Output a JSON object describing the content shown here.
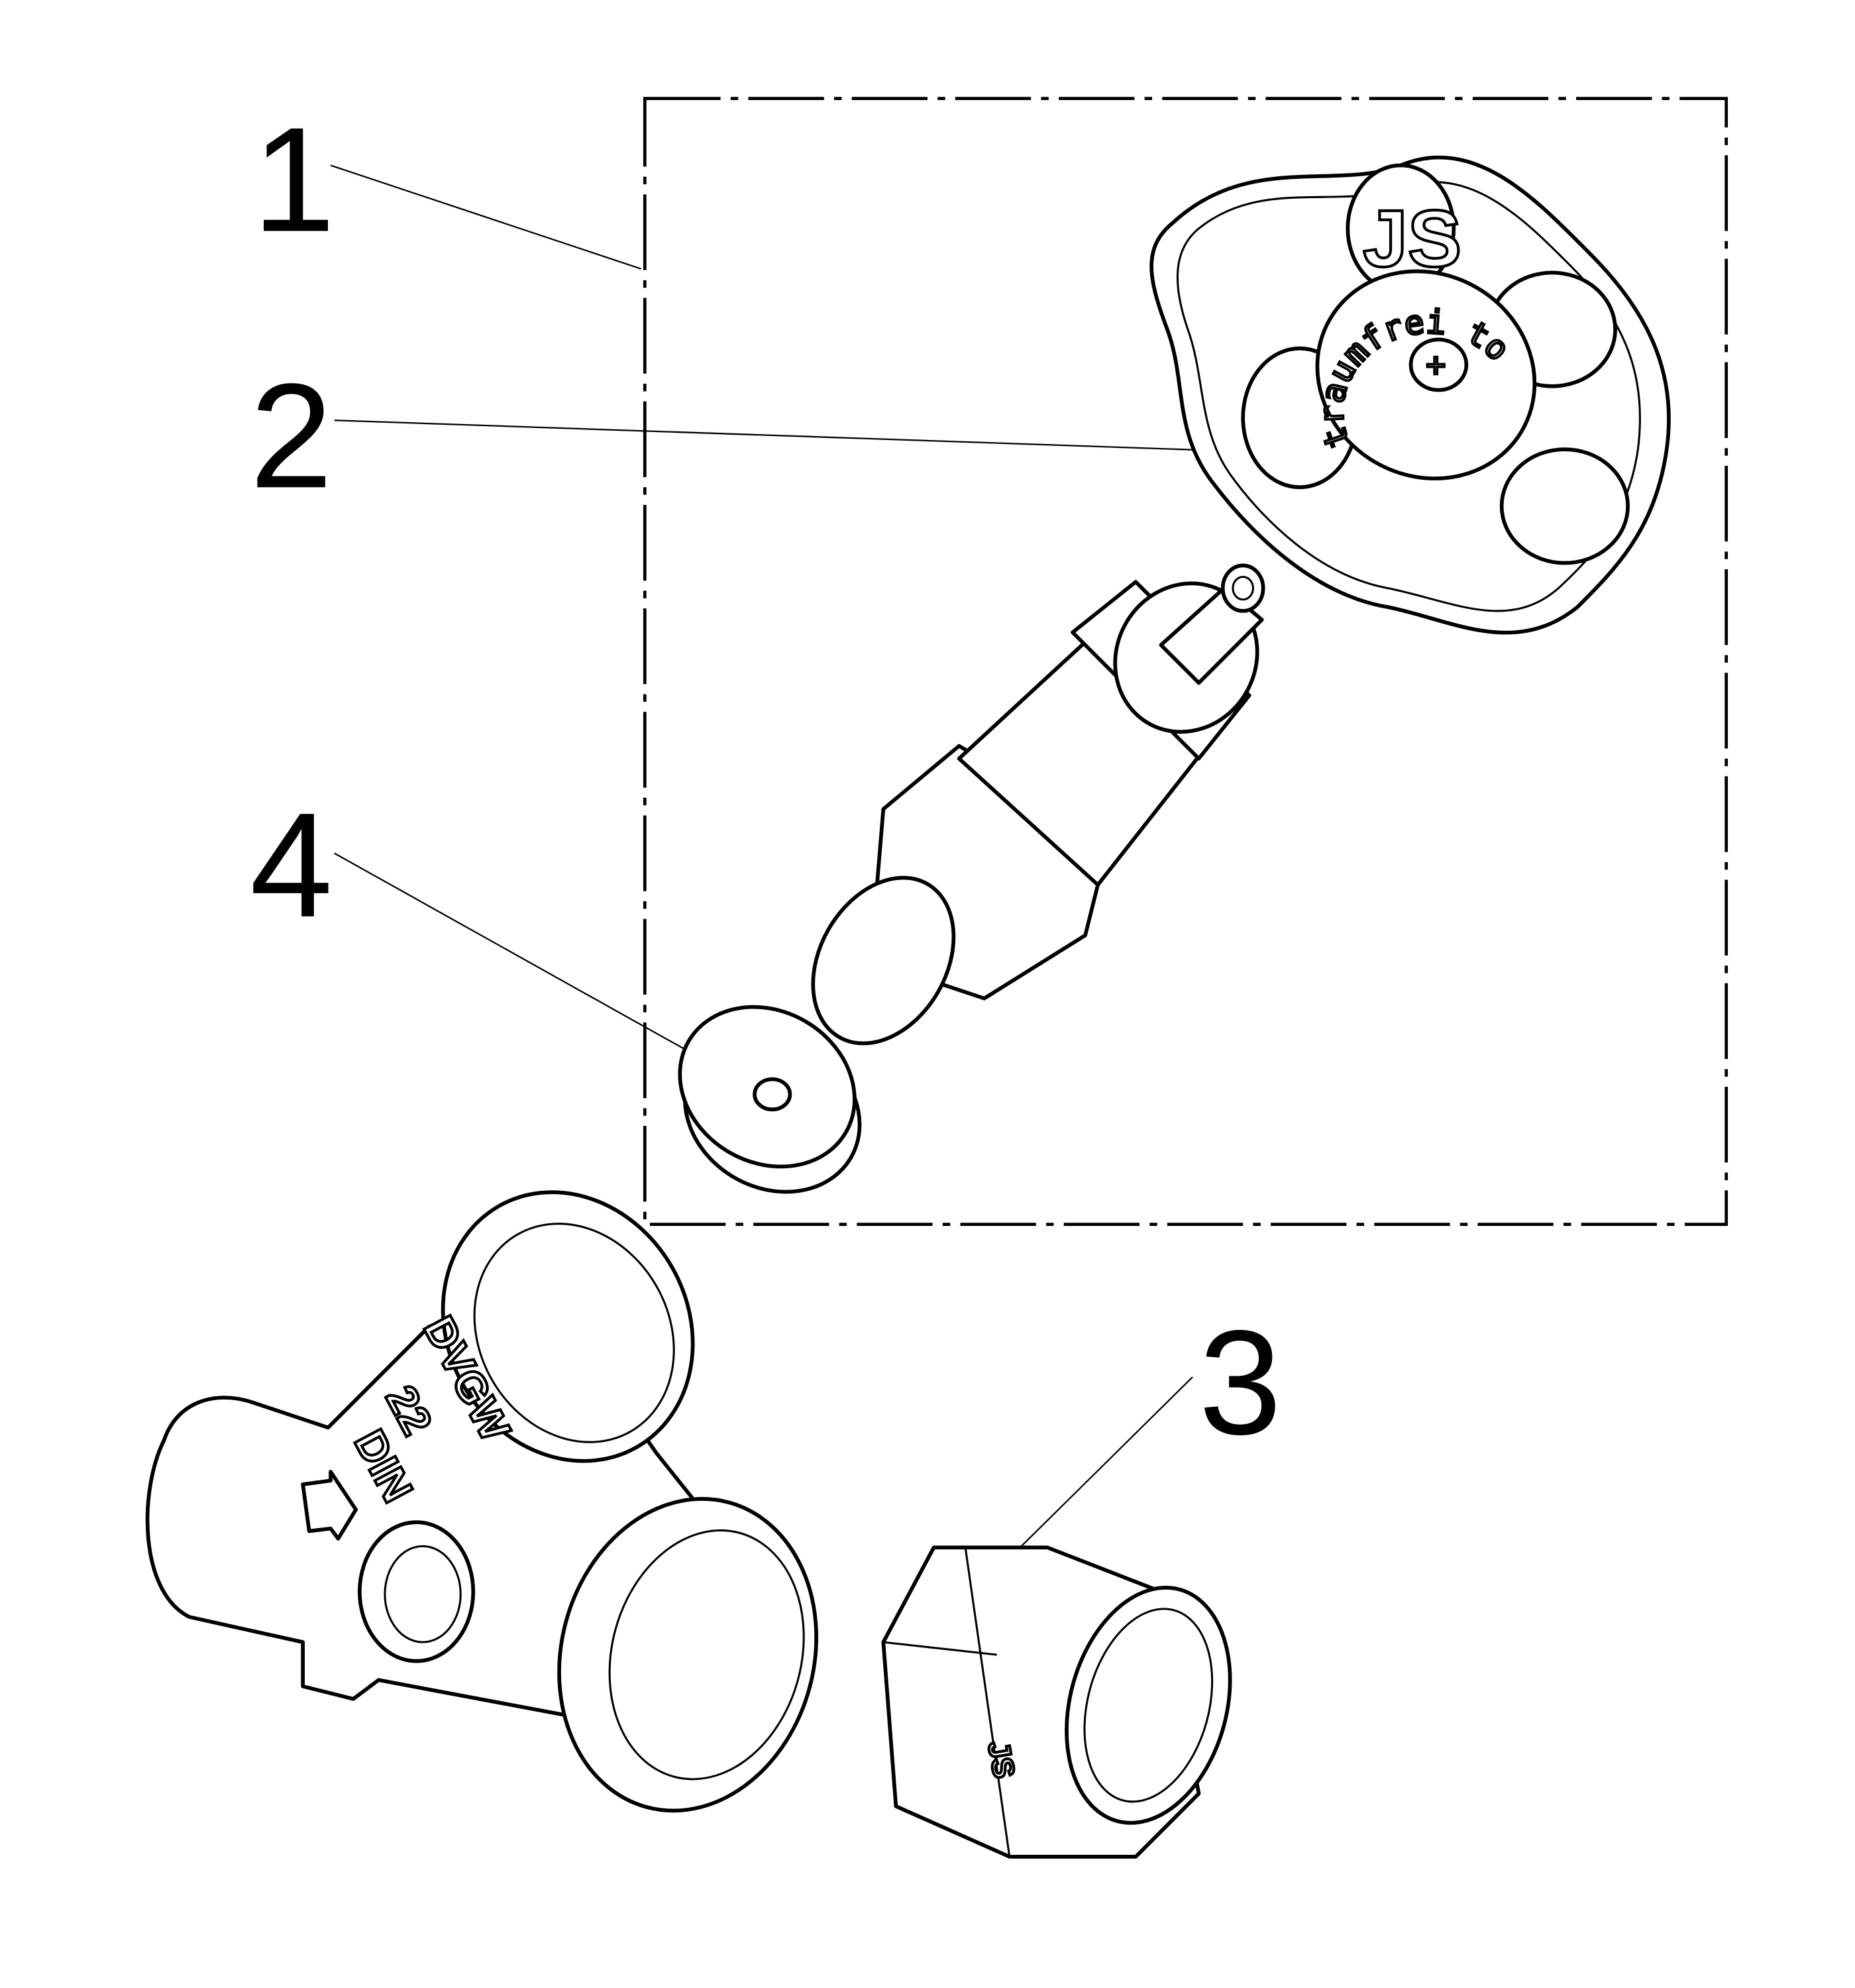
{
  "callouts": [
    {
      "id": "1",
      "label": "1"
    },
    {
      "id": "2",
      "label": "2"
    },
    {
      "id": "3",
      "label": "3"
    },
    {
      "id": "4",
      "label": "4"
    }
  ],
  "handwheel": {
    "brand_mark": "JS",
    "cap_text": "traumfrei to"
  },
  "valve_body": {
    "marking_1": "DVGW",
    "marking_2": "22",
    "marking_3": "DIN"
  },
  "union_nut": {
    "marking": "JS"
  },
  "colors": {
    "line": "#000000",
    "background": "#ffffff"
  }
}
